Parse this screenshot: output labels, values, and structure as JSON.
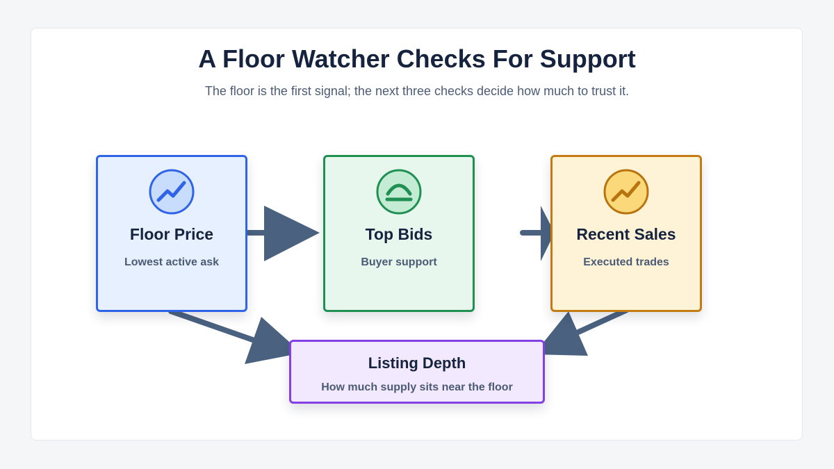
{
  "header": {
    "title": "A Floor Watcher Checks For Support",
    "subtitle": "The floor is the first signal; the next three checks decide how much to trust it."
  },
  "nodes": {
    "floor_price": {
      "label": "Floor Price",
      "description": "Lowest active ask",
      "icon": "trend-up-icon",
      "border_color": "#2f63e8",
      "fill_color": "#e6f0fe",
      "icon_color": "#2f63e8",
      "icon_fill": "#c8dcfd"
    },
    "top_bids": {
      "label": "Top Bids",
      "description": "Buyer support",
      "icon": "dome-icon",
      "border_color": "#1f8f52",
      "fill_color": "#e7f7ed",
      "icon_color": "#1f8f52",
      "icon_fill": "#c4ecd4"
    },
    "recent_sales": {
      "label": "Recent Sales",
      "description": "Executed trades",
      "icon": "trend-up-icon",
      "border_color": "#c47b12",
      "fill_color": "#fef3d7",
      "icon_color": "#b8740f",
      "icon_fill": "#fbd97a"
    },
    "listing_depth": {
      "label": "Listing Depth",
      "description": "How much supply sits near the floor",
      "border_color": "#8240e6",
      "fill_color": "#f3e9fe"
    }
  },
  "edges": [
    {
      "from": "floor_price",
      "to": "top_bids"
    },
    {
      "from": "top_bids",
      "to": "recent_sales"
    },
    {
      "from": "floor_price",
      "to": "listing_depth"
    },
    {
      "from": "recent_sales",
      "to": "listing_depth"
    }
  ],
  "colors": {
    "arrow": "#4a6280",
    "title": "#16233f",
    "text_muted": "#4b5b75"
  }
}
